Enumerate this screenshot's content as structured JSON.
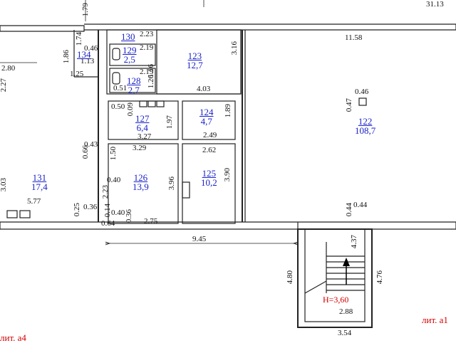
{
  "rooms": [
    {
      "no": "130",
      "area": ""
    },
    {
      "no": "129",
      "area": "2,5"
    },
    {
      "no": "128",
      "area": "2,7"
    },
    {
      "no": "123",
      "area": "12,7"
    },
    {
      "no": "122",
      "area": "108,7"
    },
    {
      "no": "127",
      "area": "6,4"
    },
    {
      "no": "124",
      "area": "4,7"
    },
    {
      "no": "126",
      "area": "13,9"
    },
    {
      "no": "125",
      "area": "10,2"
    },
    {
      "no": "131",
      "area": "17,4"
    },
    {
      "no": "134",
      "area": ""
    }
  ],
  "dims": {
    "d1_79": "1.79",
    "d3_13": "31.13",
    "d2_23": "2.23",
    "d1_74": "1.74",
    "d1_86": "1.86",
    "d0_46a": "0.46",
    "d1_13": "1.13",
    "d2_80": "2.80",
    "d1_25": "1.25",
    "d2_19a": "2.19",
    "d1_16": "1.16",
    "d2_19b": "2.19",
    "d1_26": "1.26",
    "d0_51": "0.51",
    "d3_16": "3.16",
    "d11_58": "11.58",
    "d4_03": "4.03",
    "d0_50": "0.50",
    "d0_09": "0.09",
    "d1_97": "1.97",
    "d1_89": "1.89",
    "d3_27": "3.27",
    "d2_49": "2.49",
    "d3_29": "3.29",
    "d2_62": "2.62",
    "d1_50": "1.50",
    "d0_43": "0.43",
    "d0_66": "0.66",
    "d0_40a": "0.40",
    "d2_23b": "2.23",
    "d3_96": "3.96",
    "d3_90": "3.90",
    "d5_77": "5.77",
    "d0_25": "0.25",
    "d0_36a": "0.36",
    "d0_14": "0.14",
    "d0_40b": "0.40",
    "d0_64": "0.64",
    "d0_36b": "0.36",
    "d2_75": "2.75",
    "d9_45": "9.45",
    "d0_46b": "0.46",
    "d0_47": "0.47",
    "d0_44a": "0.44",
    "d0_44b": "0.44",
    "d4_37": "4.37",
    "d4_80": "4.80",
    "d4_76": "4.76",
    "d2_88": "2.88",
    "d3_54": "3.54",
    "d2_27": "2.27",
    "d3_03": "3.03"
  },
  "height_mark": "H=3,60",
  "lit_label": "лит. а1",
  "lit_label_left": "лит. а4"
}
